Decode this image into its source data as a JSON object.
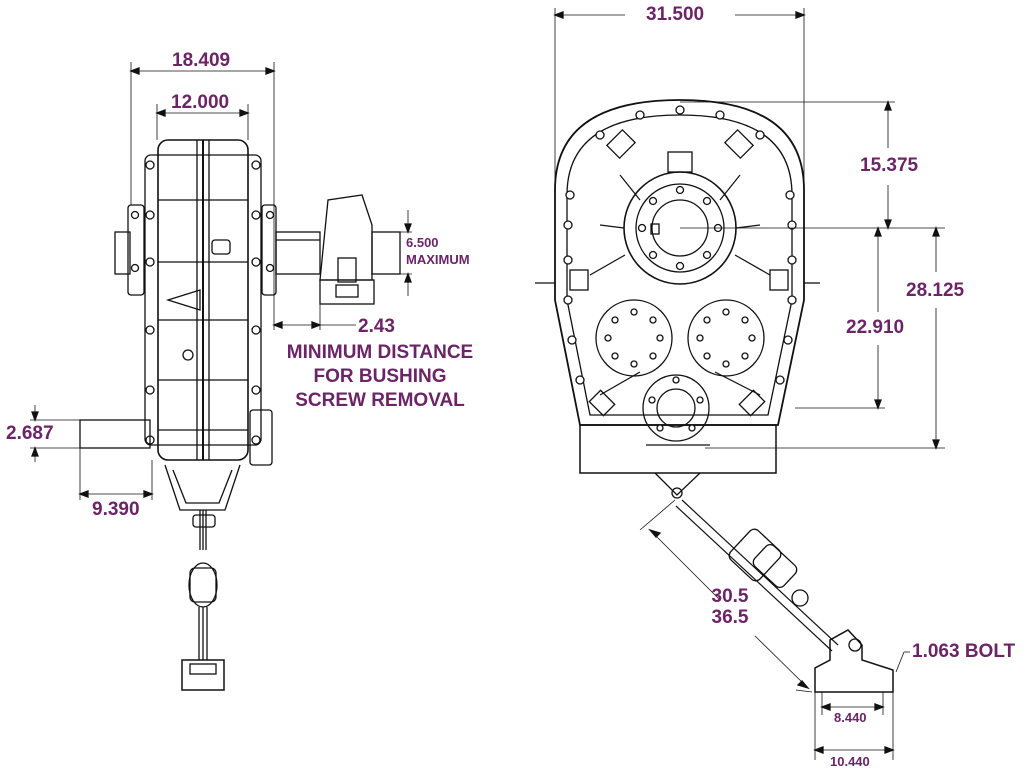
{
  "dimensions": {
    "overall_width_side": "18.409",
    "inner_width_side": "12.000",
    "bushing_max_line1": "6.500",
    "bushing_max_line2": "MAXIMUM",
    "bushing_distance": "2.43",
    "bushing_note_line1": "MINIMUM DISTANCE",
    "bushing_note_line2": "FOR BUSHING",
    "bushing_note_line3": "SCREW REMOVAL",
    "shaft_height": "2.687",
    "shaft_extension": "9.390",
    "overall_width_front": "31.500",
    "top_to_center": "15.375",
    "center_to_base": "28.125",
    "center_to_output": "22.910",
    "arm_length_min": "30.5",
    "arm_length_max": "36.5",
    "bolt": "1.063 BOLT",
    "base_inner": "8.440",
    "base_outer": "10.440"
  },
  "colors": {
    "dimension_text": "#6b2466",
    "line": "#111111"
  }
}
